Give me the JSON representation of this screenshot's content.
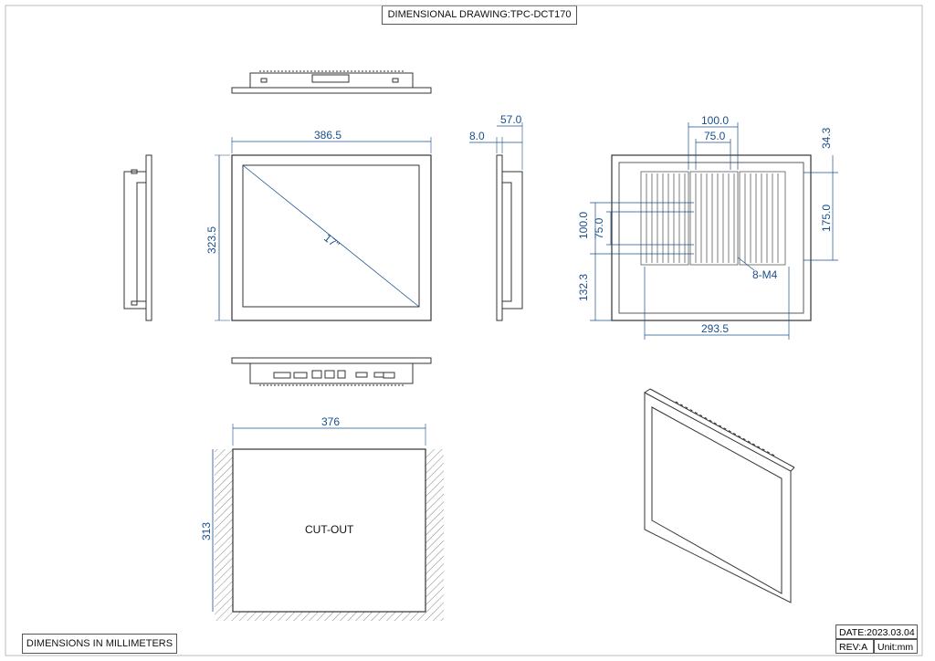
{
  "title": "DIMENSIONAL DRAWING:TPC-DCT170",
  "footer_note": "DIMENSIONS IN MILLIMETERS",
  "date": "DATE:2023.03.04",
  "rev": "REV:A",
  "unit": "Unit:mm",
  "front": {
    "width": "386.5",
    "height": "323.5",
    "diagonal": "17\""
  },
  "side": {
    "depth": "57.0",
    "bezel": "8.0"
  },
  "rear": {
    "top_span": "100.0",
    "top_inner": "75.0",
    "right_top": "34.3",
    "right_main": "175.0",
    "left_outer": "100.0",
    "left_inner": "75.0",
    "left_bottom": "132.3",
    "bottom": "293.5",
    "screws": "8-M4"
  },
  "cutout": {
    "width": "376",
    "height": "313",
    "label": "CUT-OUT"
  }
}
